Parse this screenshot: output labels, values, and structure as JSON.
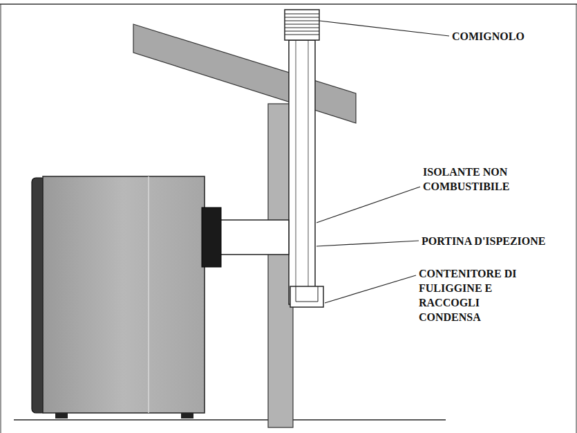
{
  "diagram": {
    "labels": [
      "COMIGNOLO",
      "ISOLANTE NON COMBUSTIBILE",
      "PORTINA D'ISPEZIONE",
      "CONTENITORE DI FULIGGINE E RACCOGLI CONDENSA"
    ]
  }
}
